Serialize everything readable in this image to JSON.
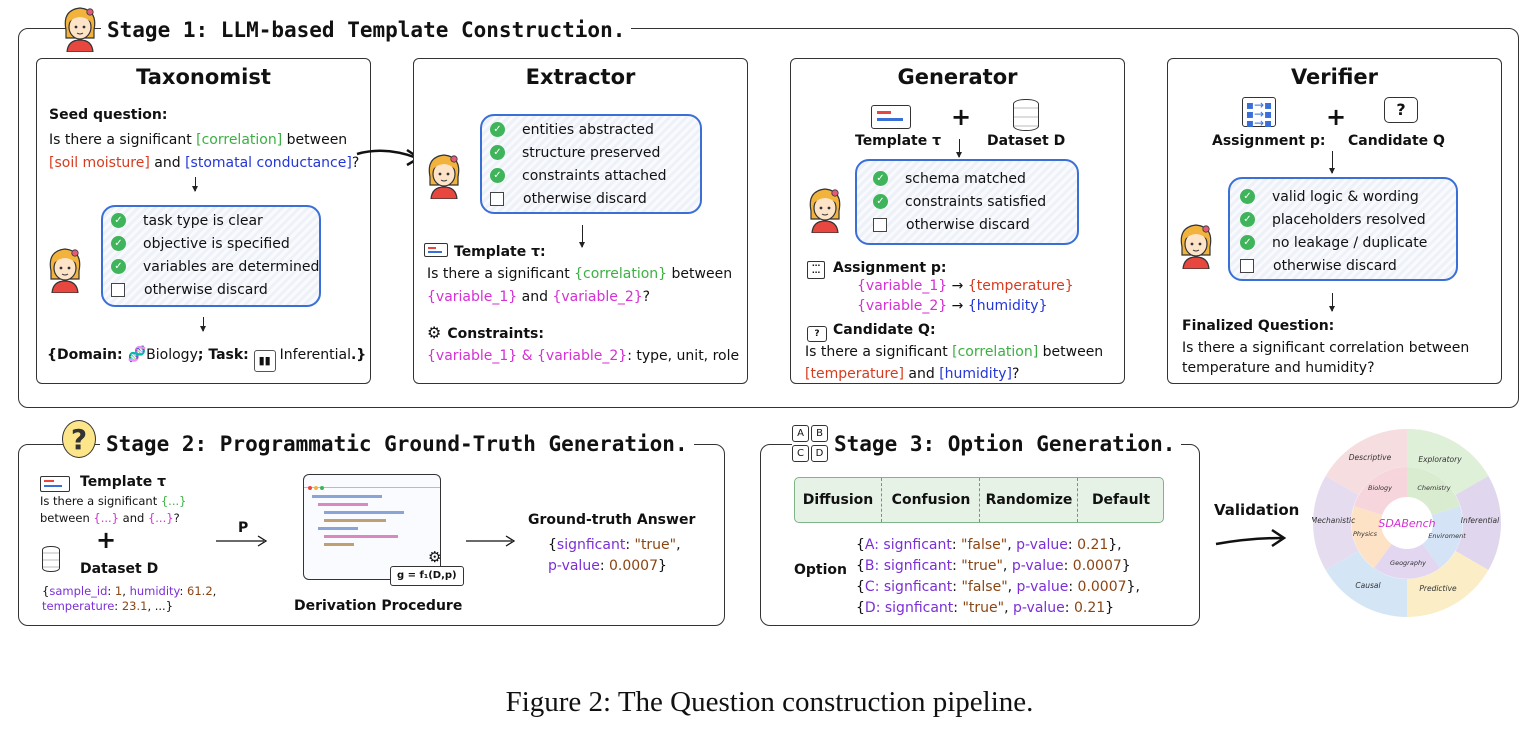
{
  "stage1": {
    "title": "Stage 1: LLM-based Template Construction.",
    "taxonomist": {
      "title": "Taxonomist",
      "seed_label": "Seed question:",
      "seed_q": {
        "p1": "Is there a significant ",
        "t1": "[correlation]",
        "p2": " between",
        "t2": "[soil moisture]",
        "p3": " and ",
        "t3": "[stomatal conductance]",
        "p4": "?"
      },
      "checks": [
        "task type is clear",
        "objective is specified",
        "variables are determined",
        "otherwise discard"
      ],
      "result": {
        "open": "{Domain: ",
        "domain": "Biology",
        "sep": "; ",
        "task_label": "Task: ",
        "task": "Inferential",
        "close": ".}"
      }
    },
    "extractor": {
      "title": "Extractor",
      "checks": [
        "entities abstracted",
        "structure preserved",
        "constraints attached",
        "otherwise discard"
      ],
      "template_label": "Template τ:",
      "template": {
        "p1": "Is there a significant ",
        "t1": "{correlation}",
        "p2": " between",
        "t2": "{variable_1}",
        "p3": " and ",
        "t3": "{variable_2}",
        "p4": "?"
      },
      "constraints_label": "Constraints:",
      "constraints": {
        "t1": "{variable_1} & {variable_2}",
        "p1": ": type, unit, role"
      }
    },
    "generator": {
      "title": "Generator",
      "input1": "Template τ",
      "plus": "+",
      "input2": "Dataset D",
      "checks": [
        "schema matched",
        "constraints satisfied",
        "otherwise discard"
      ],
      "assignment_label": "Assignment p:",
      "assign": [
        {
          "from": "{variable_1}",
          "arrow": "→",
          "to": "{temperature}"
        },
        {
          "from": "{variable_2}",
          "arrow": "→",
          "to": "{humidity}"
        }
      ],
      "candidate_label": "Candidate Q:",
      "candidate": {
        "p1": "Is there a significant ",
        "t1": "[correlation]",
        "p2": " between",
        "t2": "[temperature]",
        "p3": " and ",
        "t3": "[humidity]",
        "p4": "?"
      }
    },
    "verifier": {
      "title": "Verifier",
      "input1": "Assignment p:",
      "plus": "+",
      "input2": "Candidate Q",
      "checks": [
        "valid logic & wording",
        "placeholders resolved",
        "no leakage / duplicate",
        "otherwise discard"
      ],
      "final_label": "Finalized Question:",
      "final_line1": "Is there a significant correlation between",
      "final_line2": "temperature and humidity?"
    }
  },
  "stage2": {
    "title": "Stage 2: Programmatic Ground-Truth Generation.",
    "template_label": "Template τ",
    "template": {
      "p1": "Is there a significant ",
      "t1": "{...}",
      "p2": "between ",
      "t2": "{...}",
      "p3": " and ",
      "t3": "{...}",
      "p4": "?"
    },
    "plus": "+",
    "dataset_label": "Dataset D",
    "dataset": {
      "o": "{",
      "k1": "sample_id",
      "c1": ": ",
      "v1": "1",
      "s1": ", ",
      "k2": "humidity",
      "c2": ": ",
      "v2": "61.2",
      "s2": ",",
      "k3": "temperature",
      "c3": ": ",
      "v3": "23.1",
      "s3": ", ...}"
    },
    "arrow_label": "P",
    "code_formula": "g = f₁(D,p)",
    "procedure_label": "Derivation Procedure",
    "gt_label": "Ground-truth Answer",
    "gt": {
      "o": "{",
      "k1": "signficant",
      "c1": ": ",
      "v1": "\"true\"",
      "s1": ",",
      "k2": "p-value",
      "c2": ": ",
      "v2": "0.0007",
      "s2": "}"
    }
  },
  "stage3": {
    "title": "Stage 3: Option Generation.",
    "strategies": [
      "Diffusion",
      "Confusion",
      "Randomize",
      "Default"
    ],
    "option_label": "Option",
    "options": [
      {
        "o": "{",
        "letter": "A",
        "k1": ": signficant",
        "c1": ": ",
        "v1": "\"false\"",
        "s1": ", ",
        "k2": "p-value",
        "c2": ": ",
        "v2": "0.21",
        "end": "},"
      },
      {
        "o": "{",
        "letter": "B",
        "k1": ": signficant",
        "c1": ": ",
        "v1": "\"true\"",
        "s1": ", ",
        "k2": "p-value",
        "c2": ": ",
        "v2": "0.0007",
        "end": "}"
      },
      {
        "o": "{",
        "letter": "C",
        "k1": ": signficant",
        "c1": ": ",
        "v1": "\"false\"",
        "s1": ", ",
        "k2": "p-value",
        "c2": ": ",
        "v2": "0.0007",
        "end": "},"
      },
      {
        "o": "{",
        "letter": "D",
        "k1": ": signficant",
        "c1": ": ",
        "v1": "\"true\"",
        "s1": ", ",
        "k2": "p-value",
        "c2": ": ",
        "v2": "0.21",
        "end": "}"
      }
    ],
    "badges": [
      "A",
      "B",
      "C",
      "D"
    ]
  },
  "validation_label": "Validation",
  "wheel": {
    "center": "SDABench",
    "outer": [
      "Descriptive",
      "Exploratory",
      "Inferential",
      "Predictive",
      "Causal",
      "Mechanistic"
    ],
    "inner": [
      "Chemistry",
      "Enviroment",
      "Geography",
      "Physics",
      "Biology"
    ]
  },
  "caption": "Figure 2: The Question construction pipeline.",
  "colors": {
    "green": "#3cb043",
    "red": "#d63b1f",
    "blue": "#2536d6",
    "magenta": "#d62fd6",
    "purple": "#7b2fd6",
    "brown": "#8b4513",
    "bubble_border": "#3a6fd8"
  }
}
